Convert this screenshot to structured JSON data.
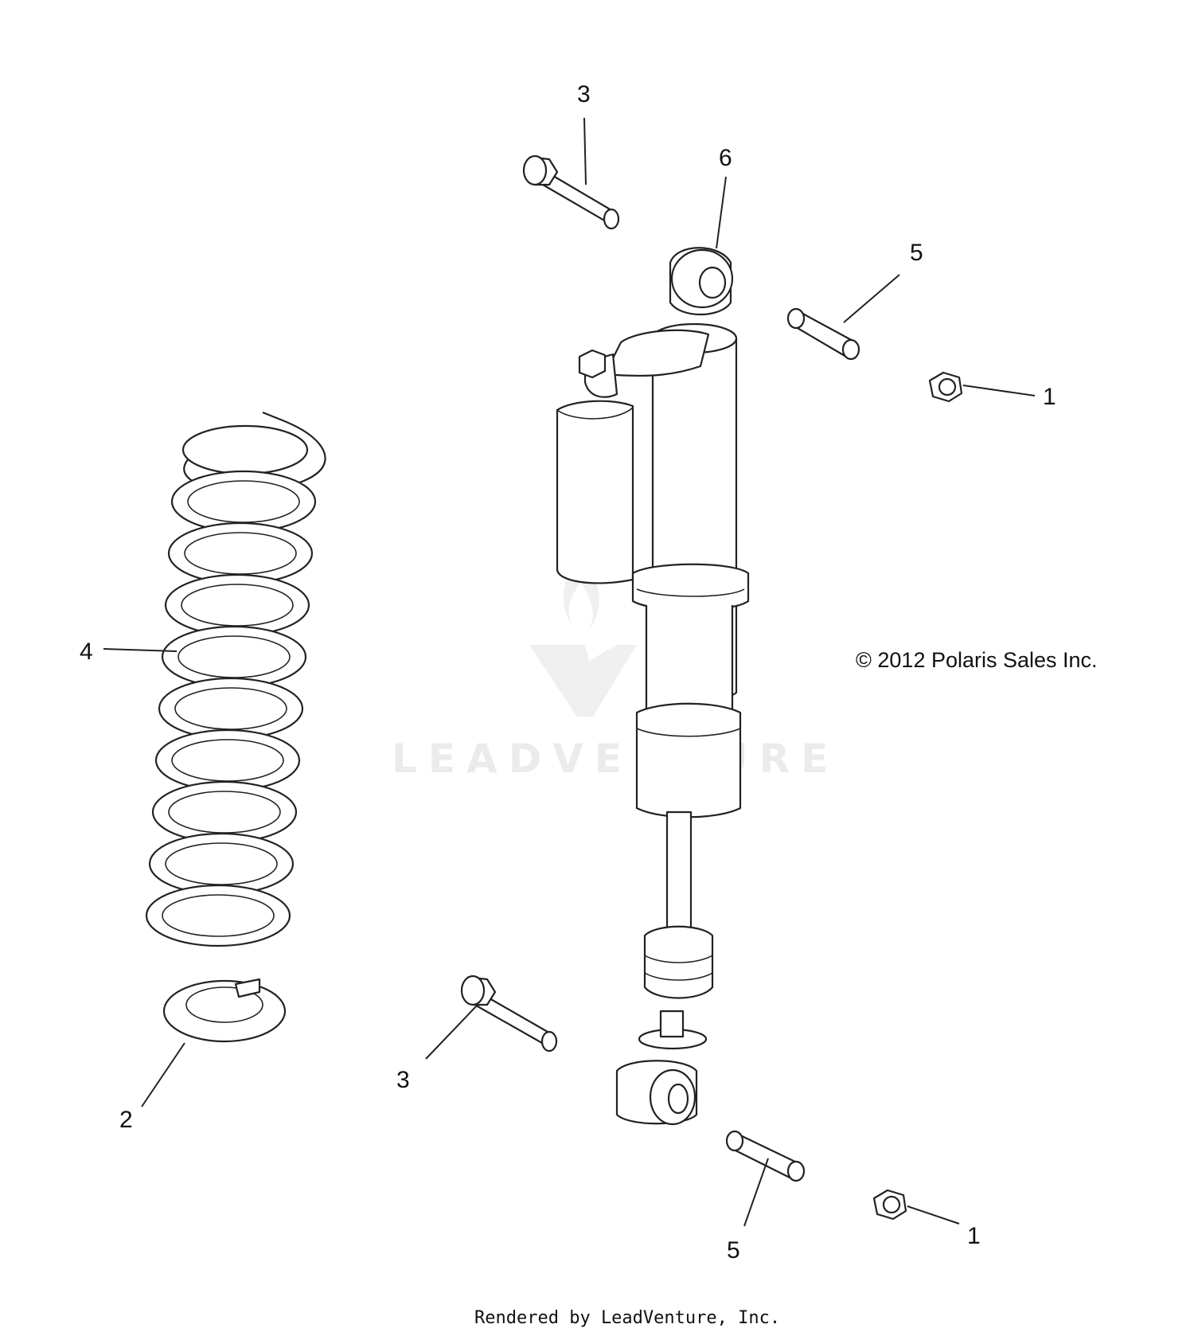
{
  "callouts": {
    "c3_top": "3",
    "c6": "6",
    "c5_top": "5",
    "c1_top": "1",
    "c4": "4",
    "c3_bottom": "3",
    "c2": "2",
    "c5_bottom": "5",
    "c1_bottom": "1"
  },
  "copyright": "© 2012 Polaris Sales Inc.",
  "watermark": {
    "brand": "LEADVENTURE"
  },
  "footer": {
    "rendered_by": "Rendered by LeadVenture, Inc."
  }
}
